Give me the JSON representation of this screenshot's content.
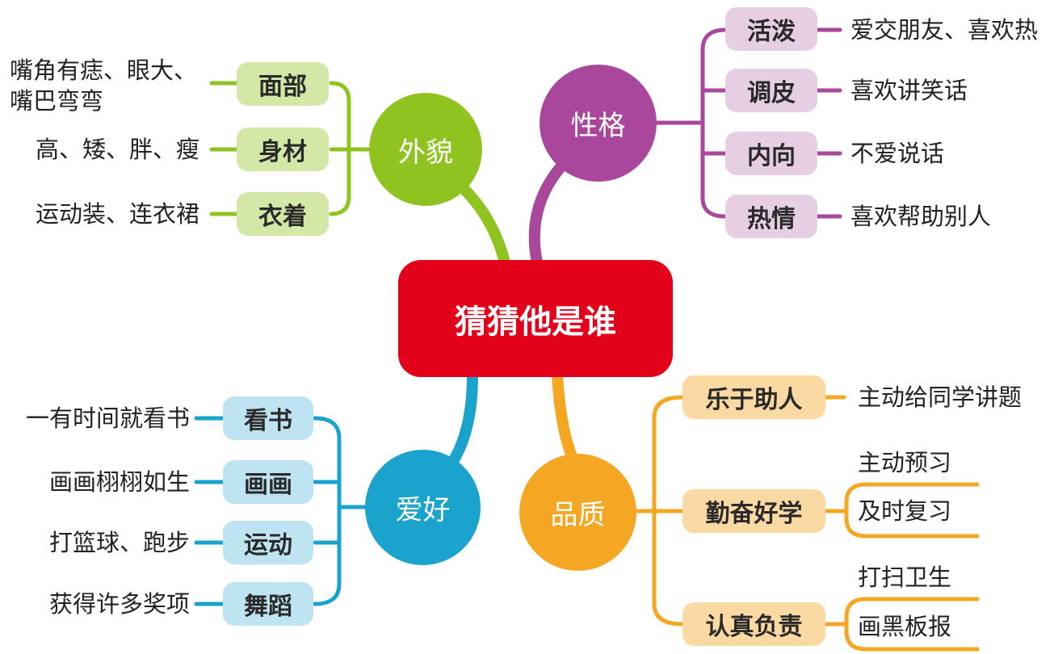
{
  "center": {
    "label": "猜猜他是谁",
    "color": "#e2001a"
  },
  "branches": {
    "appearance": {
      "label": "外貌",
      "color": "#8fc31f",
      "pill_color": "#d3e8a6",
      "items": [
        {
          "label": "面部",
          "leaf": [
            "嘴角有痣、眼大、",
            "嘴巴弯弯"
          ]
        },
        {
          "label": "身材",
          "leaf": [
            "高、矮、胖、瘦"
          ]
        },
        {
          "label": "衣着",
          "leaf": [
            "运动装、连衣裙"
          ]
        }
      ]
    },
    "personality": {
      "label": "性格",
      "color": "#a8479b",
      "pill_color": "#e6cfe3",
      "items": [
        {
          "label": "活泼",
          "leaf": [
            "爱交朋友、喜欢热"
          ]
        },
        {
          "label": "调皮",
          "leaf": [
            "喜欢讲笑话"
          ]
        },
        {
          "label": "内向",
          "leaf": [
            "不爱说话"
          ]
        },
        {
          "label": "热情",
          "leaf": [
            "喜欢帮助别人"
          ]
        }
      ]
    },
    "hobbies": {
      "label": "爱好",
      "color": "#1aa3cc",
      "pill_color": "#bfe4f1",
      "items": [
        {
          "label": "看书",
          "leaf": [
            "一有时间就看书"
          ]
        },
        {
          "label": "画画",
          "leaf": [
            "画画栩栩如生"
          ]
        },
        {
          "label": "运动",
          "leaf": [
            "打篮球、跑步"
          ]
        },
        {
          "label": "舞蹈",
          "leaf": [
            "获得许多奖项"
          ]
        }
      ]
    },
    "character": {
      "label": "品质",
      "color": "#f5a623",
      "pill_color": "#fbd9a3",
      "items": [
        {
          "label": "乐于助人",
          "leaf": [
            "主动给同学讲题"
          ]
        },
        {
          "label": "勤奋好学",
          "leaf": [
            "主动预习",
            "及时复习"
          ]
        },
        {
          "label": "认真负责",
          "leaf": [
            "打扫卫生",
            "画黑板报"
          ]
        }
      ]
    }
  }
}
